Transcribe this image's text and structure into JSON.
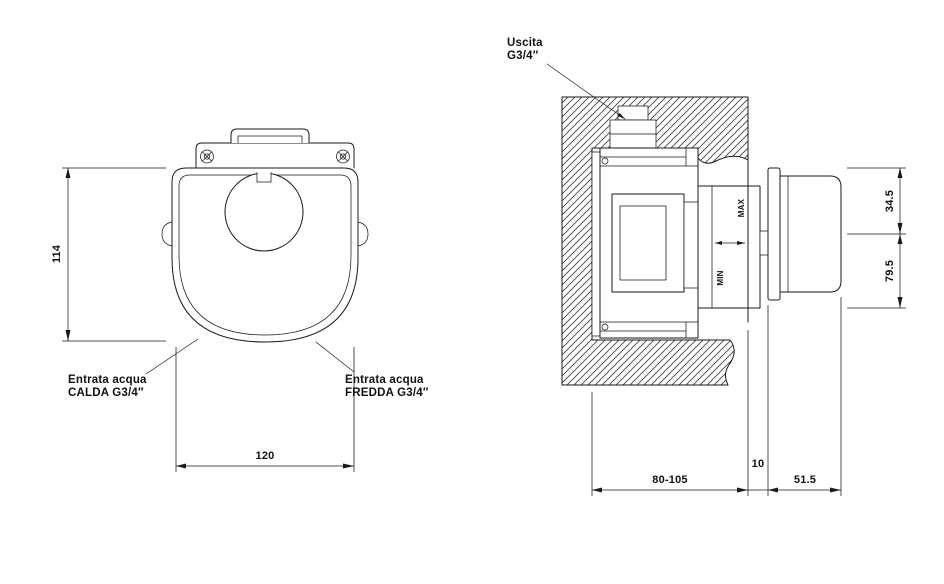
{
  "front_view": {
    "height_dim": "114",
    "width_dim": "120",
    "hot_label": [
      "Entrata acqua",
      "CALDA G3/4″"
    ],
    "cold_label": [
      "Entrata acqua",
      "FREDDA G3/4″"
    ]
  },
  "section_view": {
    "outlet_label": [
      "Uscita",
      "G3/4″"
    ],
    "upper_dim": "34.5",
    "lower_dim": "79.5",
    "depth_dim": "80-105",
    "wall_gap_dim": "10",
    "handle_dim": "51.5",
    "max_label": "MAX",
    "min_label": "MIN"
  },
  "colors": {
    "line": "#1a1a1a",
    "background": "#ffffff",
    "hatch": "#3a3a3a"
  }
}
